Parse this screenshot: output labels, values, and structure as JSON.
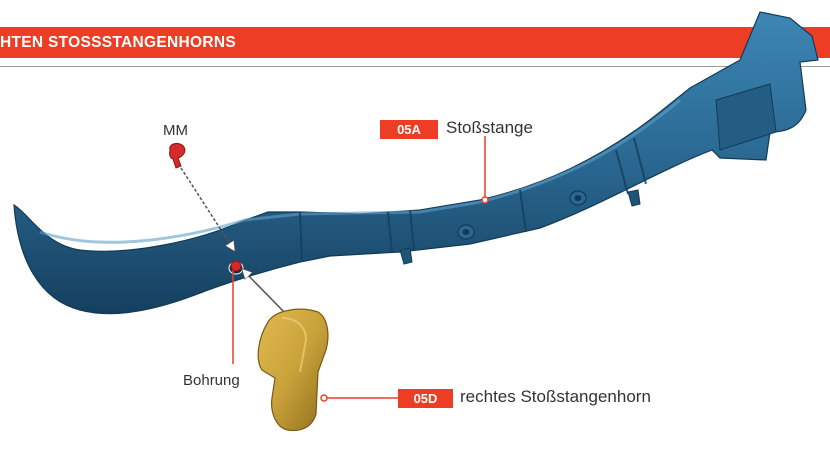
{
  "header": {
    "title": "HTEN STOSSSTANGENHORNS"
  },
  "labels": {
    "mm": "MM",
    "bohrung": "Bohrung"
  },
  "callouts": [
    {
      "code": "05A",
      "text": "Stoßstange"
    },
    {
      "code": "05D",
      "text": "rechtes Stoßstangenhorn"
    }
  ],
  "colors": {
    "accent": "#ee3d25",
    "bumper": "#2c6a93",
    "horn": "#c9a23a",
    "clip": "#d42a2a"
  }
}
